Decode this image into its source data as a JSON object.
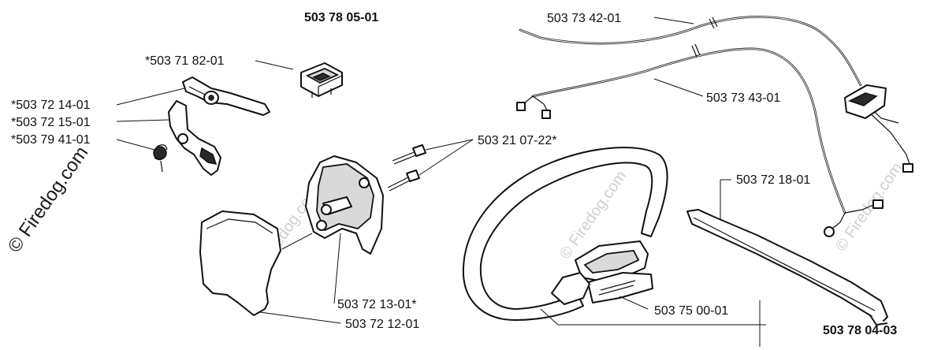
{
  "assembly_numbers": {
    "top": "503 78 05-01",
    "bottom_right": "503 78 04-03"
  },
  "part_labels": {
    "switch": "*503 71 82-01",
    "trigger": "*503 72 14-01",
    "lockout": "*503 72 15-01",
    "spring": "*503 79 41-01",
    "screws": "503 21 07-22*",
    "cable_upper": "503 73 42-01",
    "cable_lower": "503 73 43-01",
    "bracket": "503 72 18-01",
    "handle_half": "503 72 13-01*",
    "cover": "503 72 12-01",
    "handle_clamp": "503 75 00-01"
  },
  "watermarks": {
    "main": "© Firedog.com",
    "faint": "© Firedog.com"
  }
}
